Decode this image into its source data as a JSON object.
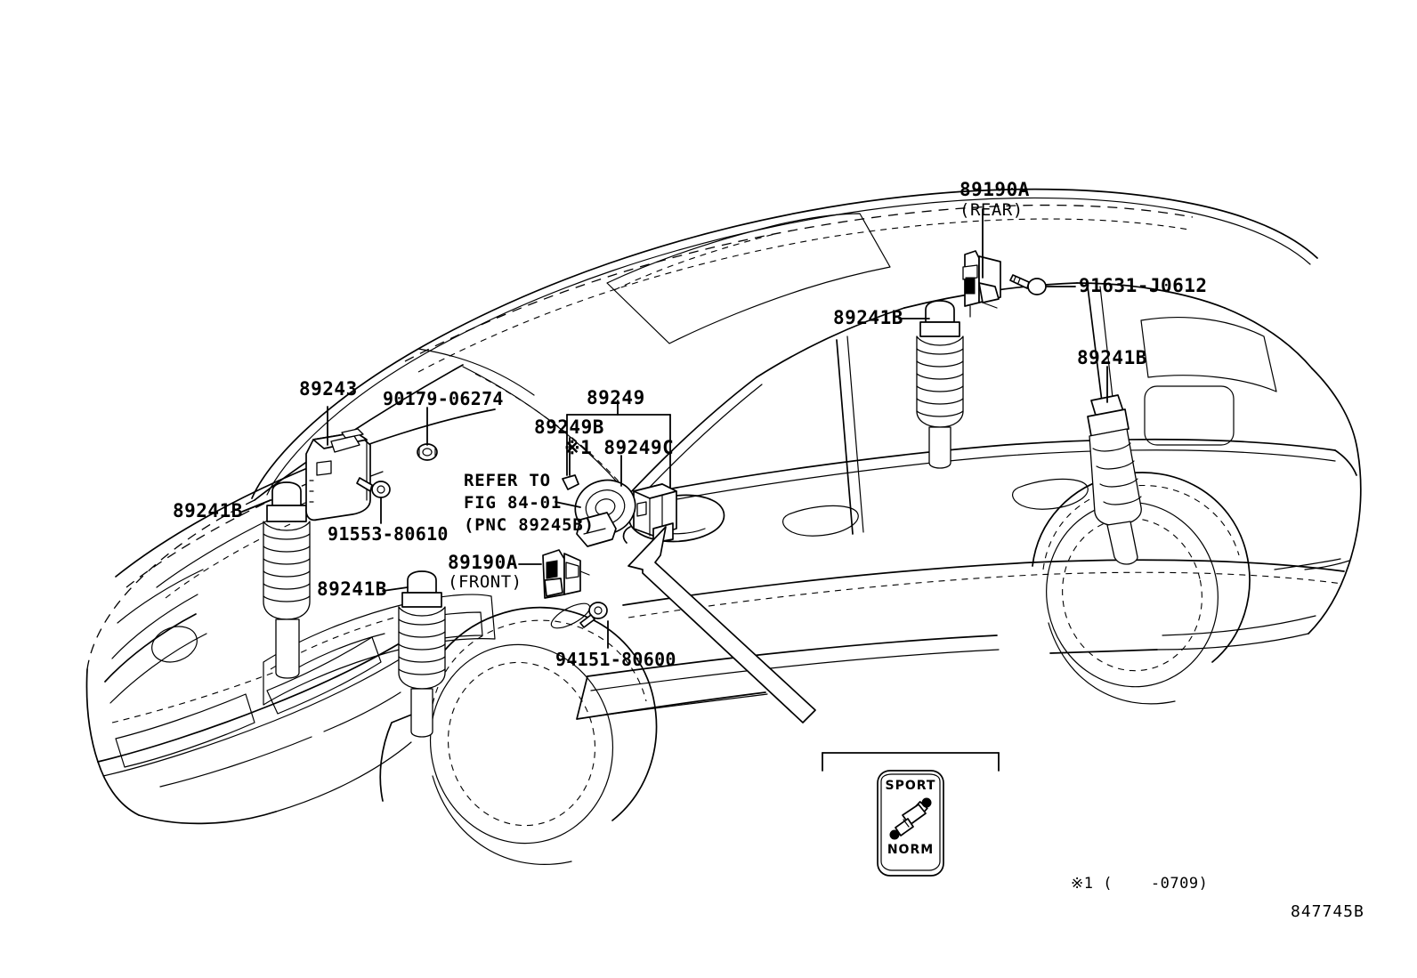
{
  "diagram": {
    "figure_id": "847745B",
    "footnote": "※1 (    -0709)",
    "background_color": "#ffffff",
    "line_color": "#000000"
  },
  "callouts": {
    "rear_height_sensor": {
      "part": "89190A",
      "qualifier": "(REAR)"
    },
    "rear_sensor_bolt": {
      "part": "91631-J0612"
    },
    "absorber_rear_left": {
      "part": "89241B"
    },
    "absorber_rear_right": {
      "part": "89241B"
    },
    "absorber_front_left": {
      "part": "89241B"
    },
    "absorber_front_right": {
      "part": "89241B"
    },
    "ecu": {
      "part": "89243"
    },
    "ecu_nut": {
      "part": "90179-06274"
    },
    "ecu_screw": {
      "part": "91553-80610"
    },
    "bracket_group": {
      "part": "89249"
    },
    "bracket_b": {
      "part": "89249B"
    },
    "bracket_c": {
      "part": "※1 89249C"
    },
    "front_height_sensor": {
      "part": "89190A",
      "qualifier": "(FRONT)"
    },
    "front_sensor_bolt": {
      "part": "94151-80600"
    },
    "refer": {
      "line1": "REFER TO",
      "line2": "FIG 84-01",
      "line3": "(PNC 89245B)"
    }
  },
  "switch": {
    "label_top": "SPORT",
    "label_bottom": "NORM",
    "icon": "shock-absorber-icon"
  }
}
